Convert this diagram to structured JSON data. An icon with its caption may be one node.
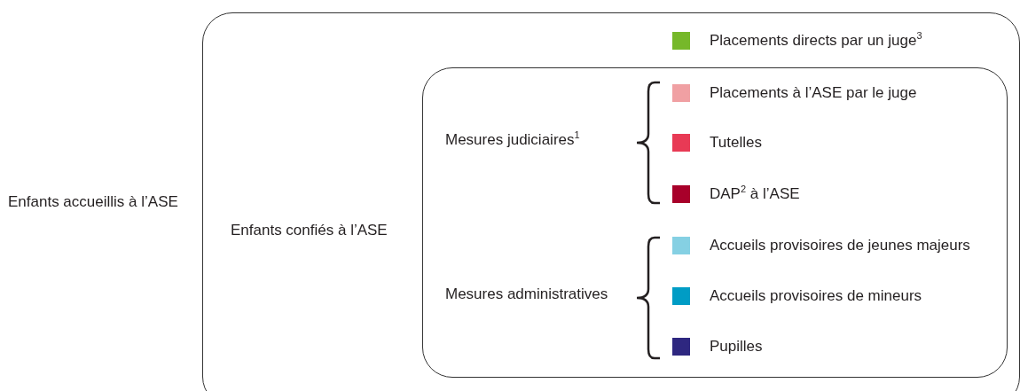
{
  "diagram": {
    "nodes": [
      {
        "text": [
          "Enfants accueillis à l’ASE"
        ]
      },
      {
        "text": [
          "Enfants confiés à l’ASE"
        ],
        "in": 0
      }
    ],
    "edges": [],
    "labels": [
      "Mesures judiciaires$^{1}$",
      "Mesures administratives"
    ],
    "legend": [
      {
        "text": "Placements directs par un juge$^{3}$",
        "color": "#76b82a"
      },
      {
        "text": "Placements à l’ASE par le juge",
        "color": "#f0a0a3"
      },
      {
        "text": "Tutelles",
        "color": "#e83a55"
      },
      {
        "text": "DAP$^{2}$ à l’ASE",
        "color": "#a8002a"
      },
      {
        "text": "Accueils provisoires de jeunes majeurs",
        "color": "#85d0e3"
      },
      {
        "text": "Accueils provisoires de mineurs",
        "color": "#009cc5"
      },
      {
        "text": "Pupilles",
        "color": "#2e2780"
      }
    ]
  }
}
